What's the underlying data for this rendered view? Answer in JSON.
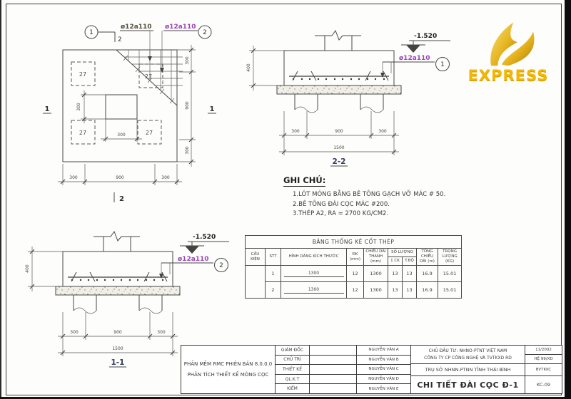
{
  "logo": {
    "text": "EXPRESS",
    "color": "#f2b705"
  },
  "plan": {
    "callout_1": "1",
    "callout_2": "2",
    "rebar_label_1": "ø12a110",
    "rebar_label_2": "ø12a110",
    "section_mark_top": "2",
    "section_mark_bottom": "2",
    "section_mark_left": "1",
    "section_mark_right": "1",
    "pile_label": "27",
    "dim_right": [
      "300",
      "900",
      "300"
    ],
    "dim_bottom": [
      "300",
      "900",
      "300"
    ],
    "dim_col_width": "300",
    "dim_col_height": "300"
  },
  "section_2_2": {
    "title": "2-2",
    "level": "-1.520",
    "rebar_label": "ø12a110",
    "callout": "1",
    "dim_height": "400",
    "dim_bottom": [
      "300",
      "900",
      "300"
    ],
    "dim_total": "1500"
  },
  "section_1_1": {
    "title": "1-1",
    "level": "-1.520",
    "rebar_label": "ø12a110",
    "callout": "2",
    "dim_height": "400",
    "dim_bottom": [
      "300",
      "900",
      "300"
    ],
    "dim_total": "1500"
  },
  "notes": {
    "heading": "GHI CHÚ:",
    "items": [
      "1.LÓT MÓNG BẰNG BÊ TÔNG GẠCH VỠ MÁC # 50.",
      "2.BÊ TÔNG ĐÀI CỌC MÁC #200.",
      "3.THÉP A2, RA = 2700 KG/CM2."
    ]
  },
  "table": {
    "title": "BẢNG THỐNG KÊ CỐT THÉP",
    "headers": {
      "cau_kien": "CẤU KIỆN",
      "stt": "STT",
      "shape": "HÌNH DÁNG KÍCH THƯỚC",
      "dk": "ĐK (mm)",
      "len": "CHIỀU DÀI THANH (mm)",
      "qty": "SỐ LƯỢNG",
      "qty_1ck": "1 CK",
      "qty_tbo": "T.BỘ",
      "total_len": "TỔNG CHIỀU DÀI (m)",
      "weight": "TRỌNG LƯỢNG (KG)"
    },
    "rows": [
      {
        "stt": "1",
        "shape_dim": "1300",
        "dk": "12",
        "len": "1300",
        "qty_1ck": "13",
        "qty_tbo": "13",
        "total_len": "16.9",
        "weight": "15.01"
      },
      {
        "stt": "2",
        "shape_dim": "1300",
        "dk": "12",
        "len": "1300",
        "qty_1ck": "13",
        "qty_tbo": "13",
        "total_len": "16.9",
        "weight": "15.01"
      }
    ]
  },
  "titleblock": {
    "software_line1": "PHẦN MỀM RMC PHIÊN BẢN 8.0.0.0",
    "software_line2": "PHÂN TÍCH THIẾT KẾ MÓNG CỌC",
    "roles": [
      {
        "label": "GIÁM ĐỐC",
        "name": "NGUYỄN VĂN A"
      },
      {
        "label": "CHỦ TRÌ",
        "name": "NGUYỄN VĂN B"
      },
      {
        "label": "THIẾT KẾ",
        "name": "NGUYỄN VĂN C"
      },
      {
        "label": "QL.K.T",
        "name": "NGUYỄN VĂN D"
      },
      {
        "label": "KIỂM",
        "name": "NGUYỄN VĂN E"
      }
    ],
    "investor_line1": "CHỦ ĐẦU TƯ: NHNO-PTNT VIỆT NAM",
    "investor_line2": "CÔNG TY CP CÔNG NGHỆ VÀ TVTKXD RD",
    "project": "TRỤ SỞ NHNN-PTNN TỈNH THÁI BÌNH",
    "drawing_title": "CHI TIẾT ĐÀI CỌC Đ-1",
    "date": "11/2002",
    "code_he": "HỆ 99/XD",
    "code_bv": "BVTKKC",
    "code_no": "KC-09"
  },
  "colors": {
    "rebar_label": "#9b45b8",
    "drawing_line": "#474747",
    "section_title": "#33415c",
    "logo_gold": "#f2b705"
  }
}
